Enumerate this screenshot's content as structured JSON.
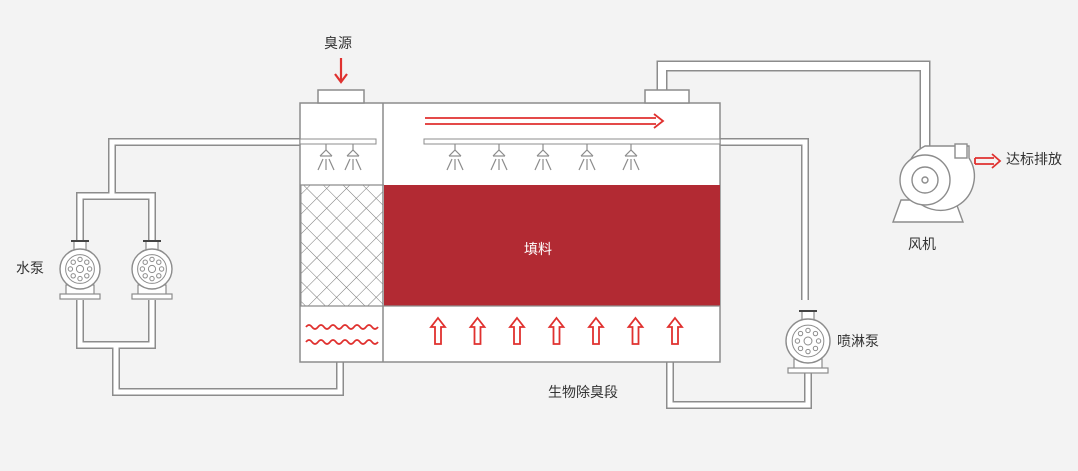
{
  "labels": {
    "odor_source": "臭源",
    "discharge": "达标排放",
    "water_pump": "水泵",
    "filler": "填料",
    "fan": "风机",
    "spray_pump": "喷淋泵",
    "bio_section": "生物除臭段"
  },
  "colors": {
    "background": "#f3f3f3",
    "accent_red": "#e0312f",
    "filler_red": "#b22a33",
    "line_gray": "#8c8c8c",
    "pipe_fill": "#ffffff"
  },
  "counts": {
    "left_nozzles": 2,
    "right_nozzles": 5,
    "up_arrows": 7,
    "water_waves": 2
  }
}
